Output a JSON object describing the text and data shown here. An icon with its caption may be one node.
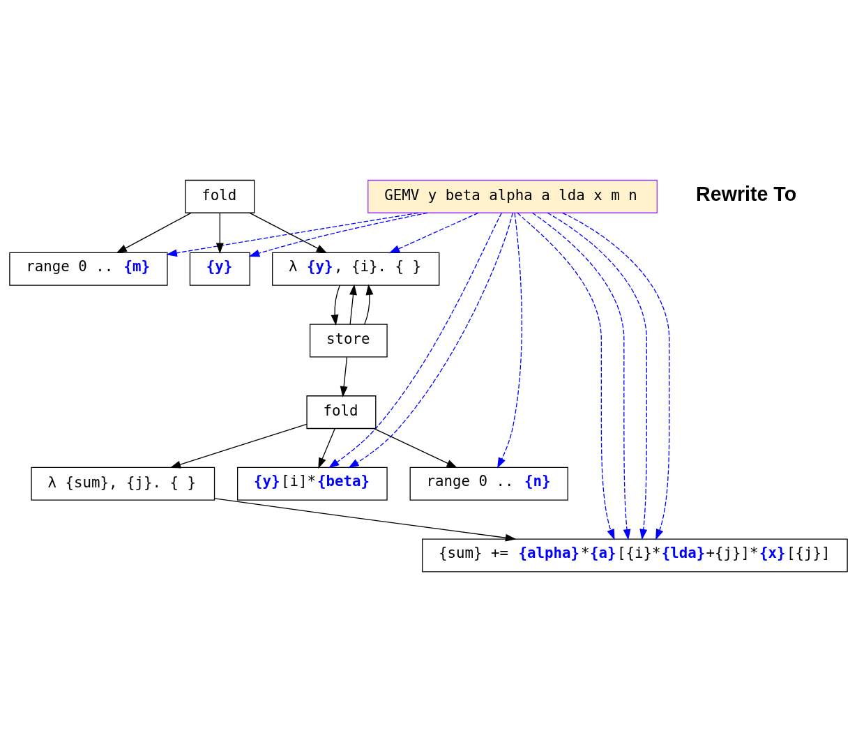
{
  "diagram": {
    "nodes": [
      {
        "text": [
          "GEMV y beta alpha a lda x m n"
        ]
      },
      {
        "text": [
          "fold"
        ]
      },
      {
        "text": [
          "**{y}**"
        ]
      },
      {
        "text": [
          "λ **{y}**, {i}. { }"
        ]
      },
      {
        "text": [
          "range 0 .. **{m}**"
        ]
      },
      {
        "text": [
          "store"
        ]
      },
      {
        "text": [
          "fold"
        ]
      },
      {
        "text": [
          "**{y}**[i]***{beta}**"
        ]
      },
      {
        "text": [
          "λ {sum}, {j}. { }"
        ]
      },
      {
        "text": [
          "range 0 .. **{n}**"
        ]
      },
      {
        "text": [
          "{sum} += **{alpha}*****{a}**[{i}***{lda}**+{j}]***{x}**[{j}]"
        ]
      }
    ],
    "edges": [
      {
        "from": 1,
        "to": 2,
        "arrow": "to"
      },
      {
        "from": 1,
        "to": 3,
        "arrow": "to"
      },
      {
        "from": 1,
        "to": 4,
        "arrow": "to"
      },
      {
        "from": 3,
        "to": 5,
        "arrow": "to"
      },
      {
        "from": 5,
        "to": 3,
        "arrow": "to"
      },
      {
        "from": 5,
        "to": 3,
        "arrow": "to"
      },
      {
        "from": 5,
        "to": 6,
        "arrow": "to"
      },
      {
        "from": 6,
        "to": 7,
        "arrow": "to"
      },
      {
        "from": 6,
        "to": 8,
        "arrow": "to"
      },
      {
        "from": 6,
        "to": 9,
        "arrow": "to"
      },
      {
        "from": 8,
        "to": 10,
        "arrow": "to"
      },
      {
        "from": 0,
        "to": 2,
        "arrow": "to",
        "style": "dashed",
        "color": "#0000ff"
      },
      {
        "from": 0,
        "to": 3,
        "arrow": "to",
        "style": "dashed",
        "color": "#0000ff"
      },
      {
        "from": 0,
        "to": 7,
        "arrow": "to",
        "style": "dashed",
        "color": "#0000ff"
      },
      {
        "from": 0,
        "to": 7,
        "arrow": "to",
        "style": "dashed",
        "color": "#0000ff"
      },
      {
        "from": 0,
        "to": 10,
        "arrow": "to",
        "style": "dashed",
        "color": "#0000ff"
      },
      {
        "from": 0,
        "to": 10,
        "arrow": "to",
        "style": "dashed",
        "color": "#0000ff"
      },
      {
        "from": 0,
        "to": 10,
        "arrow": "to",
        "style": "dashed",
        "color": "#0000ff"
      },
      {
        "from": 0,
        "to": 10,
        "arrow": "to",
        "style": "dashed",
        "color": "#0000ff"
      },
      {
        "from": 0,
        "to": 4,
        "arrow": "to",
        "style": "dashed",
        "color": "#0000ff"
      },
      {
        "from": 0,
        "to": 9,
        "arrow": "to",
        "style": "dashed",
        "color": "#0000ff"
      }
    ],
    "labels": [
      "Rewrite To"
    ]
  }
}
